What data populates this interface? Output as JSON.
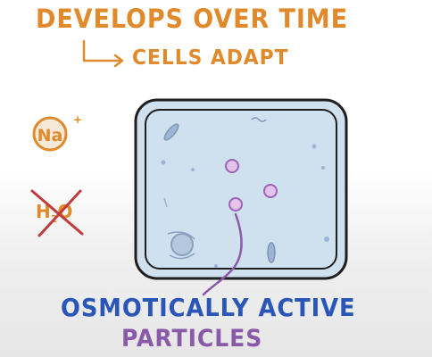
{
  "heading": {
    "title": "DEVELOPS OVER TIME",
    "subtitle": "CELLS ADAPT"
  },
  "ions": {
    "sodium_symbol": "Na",
    "sodium_charge": "+",
    "water_symbol": "H",
    "water_subscript": "2",
    "water_tail": "O"
  },
  "caption": {
    "line1": "OSMOTICALLY ACTIVE",
    "line2": "PARTICLES"
  },
  "colors": {
    "orange": "#e08a2c",
    "blue": "#2a56b8",
    "purple": "#8a5aa8",
    "red": "#c23a3a",
    "cell_fill": "#cfe0ef",
    "cell_border": "#222222"
  }
}
